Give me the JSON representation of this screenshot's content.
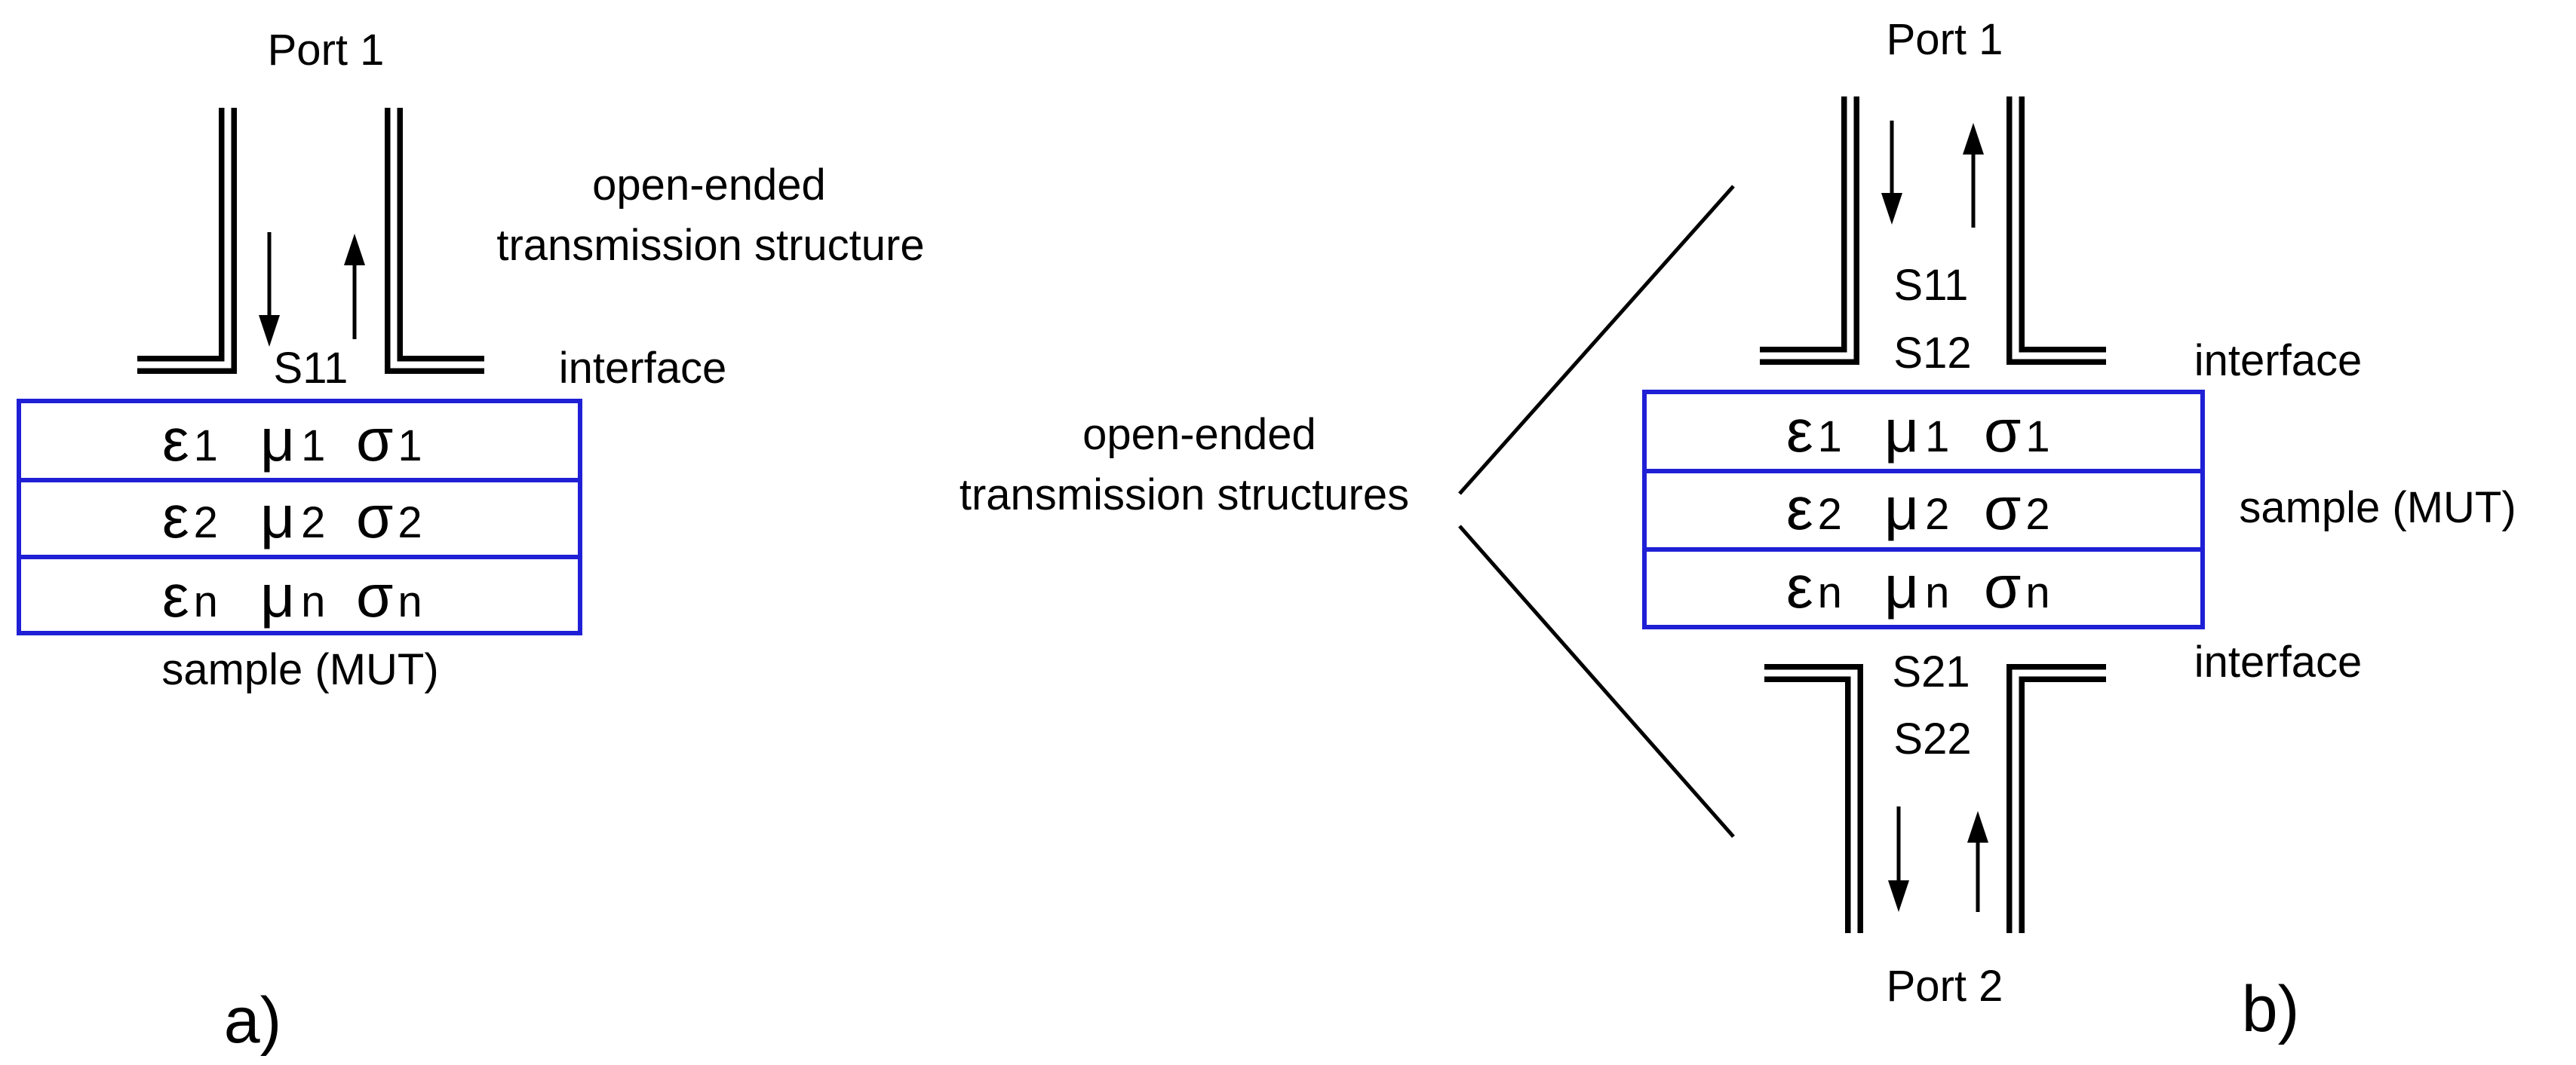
{
  "colors": {
    "ink": "#000000",
    "sample_border": "#1f1fd6",
    "background": "#ffffff"
  },
  "panel_a": {
    "port_label": "Port 1",
    "structure_label_line1": "open-ended",
    "structure_label_line2": "transmission structure",
    "interface_label": "interface",
    "s_param": "S11",
    "sample_label": "sample (MUT)",
    "panel_label": "a)",
    "layers": [
      {
        "eps": "ε",
        "eps_sub": "1",
        "mu": "μ",
        "mu_sub": "1",
        "sig": "σ",
        "sig_sub": "1"
      },
      {
        "eps": "ε",
        "eps_sub": "2",
        "mu": "μ",
        "mu_sub": "2",
        "sig": "σ",
        "sig_sub": "2"
      },
      {
        "eps": "ε",
        "eps_sub": "n",
        "mu": "μ",
        "mu_sub": "n",
        "sig": "σ",
        "sig_sub": "n"
      }
    ]
  },
  "panel_b": {
    "port1_label": "Port 1",
    "port2_label": "Port 2",
    "structures_label_line1": "open-ended",
    "structures_label_line2": "transmission structures",
    "interface_top_label": "interface",
    "interface_bottom_label": "interface",
    "sample_label": "sample (MUT)",
    "s_params_top": [
      "S11",
      "S12"
    ],
    "s_params_bottom": [
      "S21",
      "S22"
    ],
    "panel_label": "b)",
    "layers": [
      {
        "eps": "ε",
        "eps_sub": "1",
        "mu": "μ",
        "mu_sub": "1",
        "sig": "σ",
        "sig_sub": "1"
      },
      {
        "eps": "ε",
        "eps_sub": "2",
        "mu": "μ",
        "mu_sub": "2",
        "sig": "σ",
        "sig_sub": "2"
      },
      {
        "eps": "ε",
        "eps_sub": "n",
        "mu": "μ",
        "mu_sub": "n",
        "sig": "σ",
        "sig_sub": "n"
      }
    ]
  }
}
